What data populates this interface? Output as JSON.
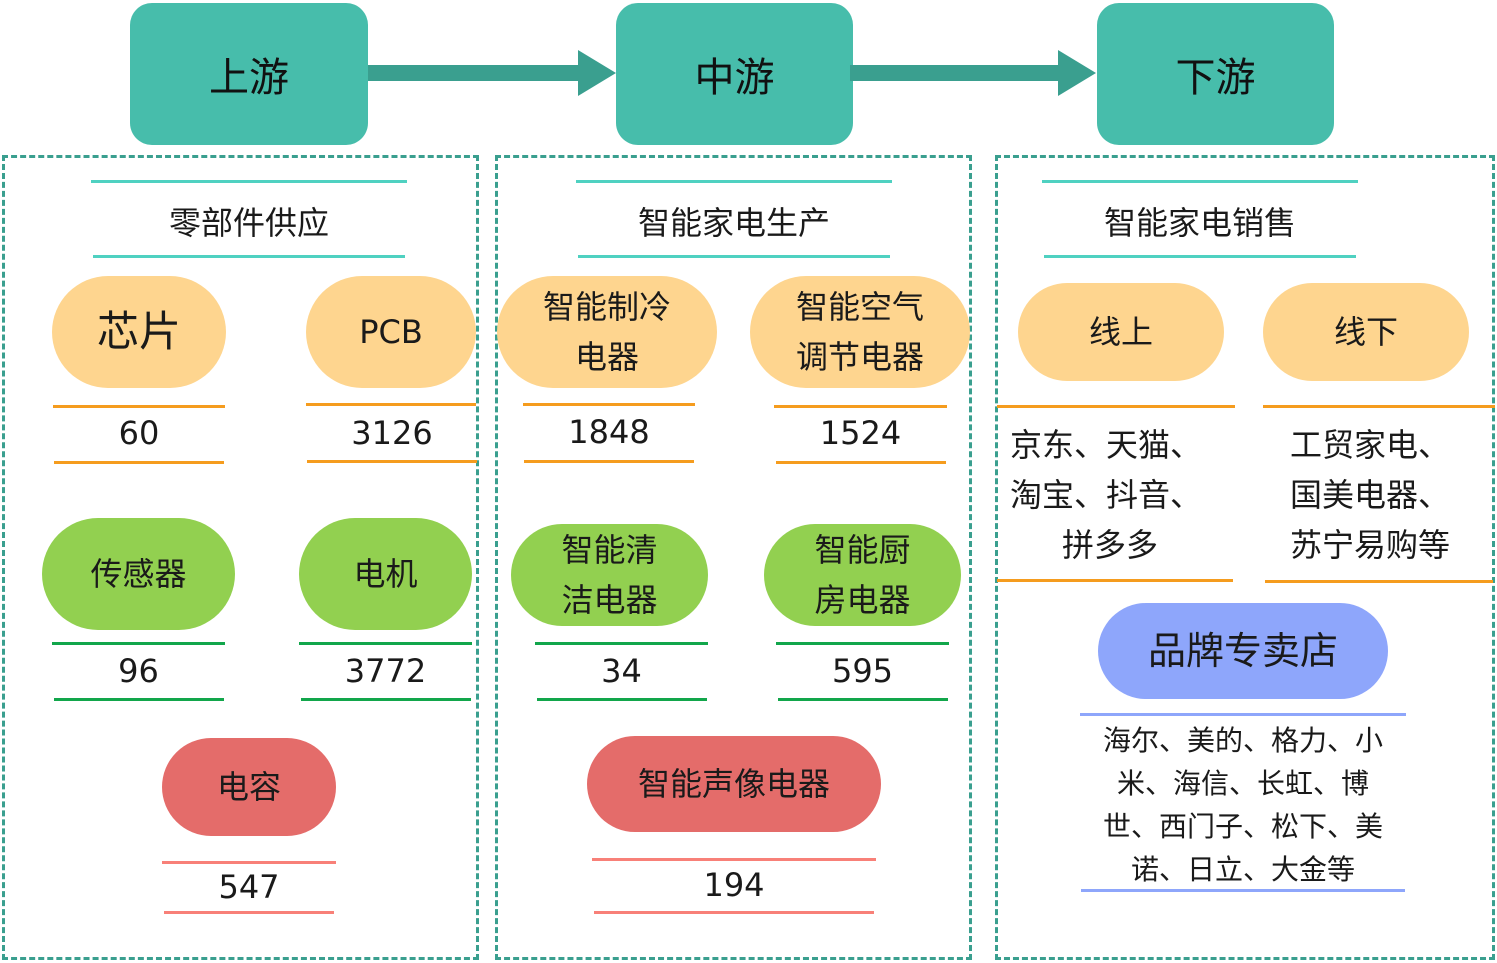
{
  "stages": [
    "上游",
    "中游",
    "下游"
  ],
  "upstream": {
    "title": "零部件供应",
    "items": [
      {
        "label": "芯片",
        "value": "60",
        "color": "#fed58f"
      },
      {
        "label": "PCB",
        "value": "3126",
        "color": "#fed58f"
      },
      {
        "label": "传感器",
        "value": "96",
        "color": "#92d050"
      },
      {
        "label": "电机",
        "value": "3772",
        "color": "#92d050"
      },
      {
        "label": "电容",
        "value": "547",
        "color": "#e46c6a"
      }
    ]
  },
  "midstream": {
    "title": "智能家电生产",
    "items": [
      {
        "label": "智能制冷电器",
        "line1": "智能制冷",
        "line2": "电器",
        "value": "1848",
        "color": "#fed58f"
      },
      {
        "label": "智能空气调节电器",
        "line1": "智能空气",
        "line2": "调节电器",
        "value": "1524",
        "color": "#fed58f"
      },
      {
        "label": "智能清洁电器",
        "line1": "智能清",
        "line2": "洁电器",
        "value": "34",
        "color": "#92d050"
      },
      {
        "label": "智能厨房电器",
        "line1": "智能厨",
        "line2": "房电器",
        "value": "595",
        "color": "#92d050"
      },
      {
        "label": "智能声像电器",
        "value": "194",
        "color": "#e46c6a"
      }
    ]
  },
  "downstream": {
    "title": "智能家电销售",
    "online": {
      "label": "线上",
      "lines": [
        "京东、天猫、",
        "淘宝、抖音、",
        "拼多多"
      ]
    },
    "offline": {
      "label": "线下",
      "lines": [
        "工贸家电、",
        "国美电器、",
        "苏宁易购等"
      ]
    },
    "brand_store": {
      "label": "品牌专卖店",
      "lines": [
        "海尔、美的、格力、小",
        "米、海信、长虹、博",
        "世、西门子、松下、美",
        "诺、日立、大金等"
      ]
    }
  },
  "colors": {
    "stage": "#47bdab",
    "arrow": "#3a9f8f",
    "border": "#3a9f8f",
    "orange_line": "#f59c1e",
    "green_line": "#12a64b",
    "red_line": "#f88078",
    "blue": "#8ea6fb"
  }
}
